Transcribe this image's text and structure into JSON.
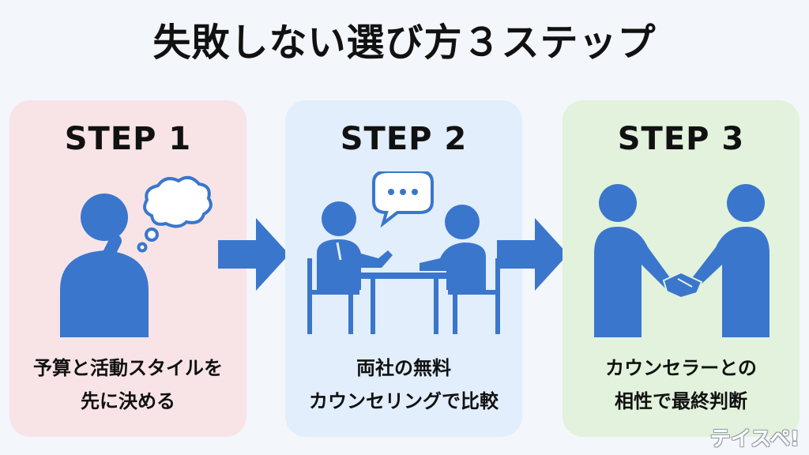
{
  "title": "失敗しない選び方３ステップ",
  "accent_color": "#3a76cc",
  "steps": [
    {
      "label": "STEP 1",
      "lines": [
        "予算と活動スタイルを",
        "先に決める"
      ],
      "icon": "thinking-person-icon",
      "bg": "#f8e4e6"
    },
    {
      "label": "STEP 2",
      "lines": [
        "両社の無料",
        "カウンセリングで比較"
      ],
      "icon": "counseling-meeting-icon",
      "bg": "#e2eefb"
    },
    {
      "label": "STEP 3",
      "lines": [
        "カウンセラーとの",
        "相性で最終判断"
      ],
      "icon": "handshake-icon",
      "bg": "#e2f2dc"
    }
  ],
  "logo": "テイスペ!"
}
